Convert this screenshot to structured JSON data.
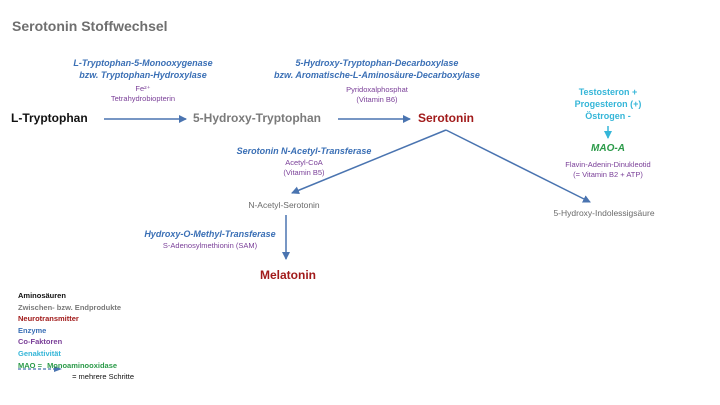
{
  "title": "Serotonin Stoffwechsel",
  "nodes": {
    "tryptophan": "L-Tryptophan",
    "hydroxy_tryptophan": "5-Hydroxy-Tryptophan",
    "serotonin": "Serotonin",
    "n_acetyl": "N-Acetyl-Serotonin",
    "melatonin": "Melatonin",
    "hiaa": "5-Hydroxy-Indolessigsäure"
  },
  "enzymes": {
    "e1_line1": "L-Tryptophan-5-Monooxygenase",
    "e1_line2": "bzw. Tryptophan-Hydroxylase",
    "e2_line1": "5-Hydroxy-Tryptophan-Decarboxylase",
    "e2_line2": "bzw. Aromatische-L-Aminosäure-Decarboxylase",
    "e3": "Serotonin N-Acetyl-Transferase",
    "e4": "Hydroxy-O-Methyl-Transferase",
    "mao": "MAO-A"
  },
  "cofactors": {
    "c1_line1": "Fe²⁺",
    "c1_line2": "Tetrahydrobiopterin",
    "c2_line1": "Pyridoxalphosphat",
    "c2_line2": "(Vitamin B6)",
    "c3_line1": "Acetyl-CoA",
    "c3_line2": "(Vitamin B5)",
    "c4": "S-Adenosylmethionin (SAM)",
    "c5_line1": "Flavin-Adenin-Dinukleotid",
    "c5_line2": "(= Vitamin B2 + ATP)"
  },
  "genetics": {
    "line1": "Testosteron +",
    "line2": "Progesteron (+)",
    "line3": "Östrogen -"
  },
  "legend": {
    "amino": "Aminosäuren",
    "inter": "Zwischen- bzw. Endprodukte",
    "neuro": "Neurotransmitter",
    "enzyme": "Enzyme",
    "cofactor": "Co-Faktoren",
    "genetic": "Genaktivität",
    "mao_abbr": "MAO =",
    "mao_full": "Monoaminooxidase",
    "dashed": "= mehrere Schritte"
  },
  "colors": {
    "amino": "#111111",
    "inter": "#7a7a7a",
    "neuro": "#a11a1a",
    "enzyme": "#3a6fb5",
    "cofactor": "#7a3f98",
    "genetic": "#35b6d8",
    "mao": "#2a9a48",
    "arrow": "#4a74b0"
  }
}
